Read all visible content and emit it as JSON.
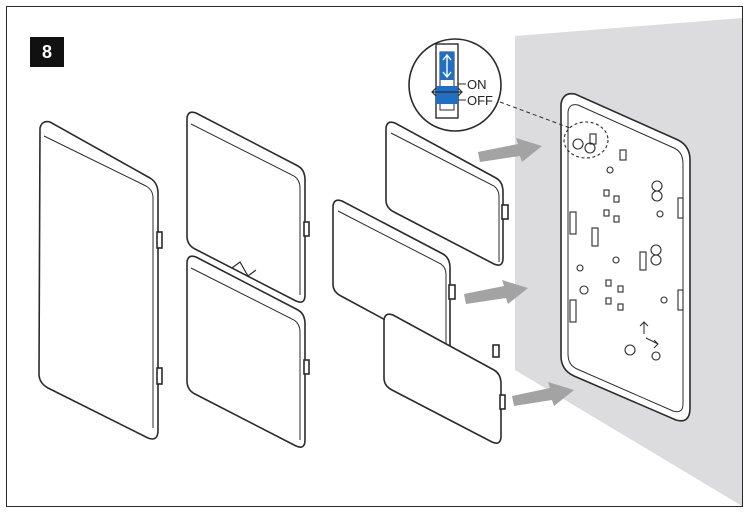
{
  "step": {
    "number": "8"
  },
  "switch_callout": {
    "on_label": "ON",
    "off_label": "OFF",
    "icon": "dip-switch-icon",
    "accent_color": "#1f6fc4"
  },
  "colors": {
    "wall": "#dcdcde",
    "arrow": "#a3a3a3",
    "outline": "#2b2b2b"
  }
}
